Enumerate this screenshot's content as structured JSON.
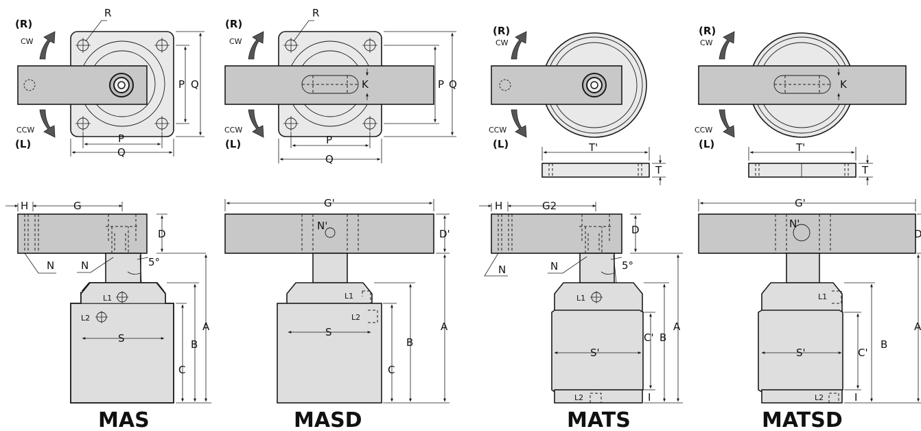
{
  "models": [
    {
      "title": "MAS",
      "top": {
        "rotation_r": "(R)",
        "cw": "CW",
        "rotation_l": "(L)",
        "ccw": "CCW",
        "bolt": "R",
        "p": "P",
        "q": "Q"
      },
      "side": {
        "h": "H",
        "g": "G",
        "d": "D",
        "n_top": "N",
        "n_bottom": "N",
        "angle": "5°",
        "l1": "L1",
        "l2": "L2",
        "s": "S",
        "a": "A",
        "b": "B",
        "c": "C"
      }
    },
    {
      "title": "MASD",
      "top": {
        "rotation_r": "(R)",
        "cw": "CW",
        "rotation_l": "(L)",
        "ccw": "CCW",
        "bolt": "R",
        "p": "P",
        "q": "Q",
        "k": "K"
      },
      "side": {
        "g": "G'",
        "d": "D'",
        "n": "N'",
        "l1": "L1",
        "l2": "L2",
        "s": "S",
        "a": "A",
        "b": "B",
        "c": "C"
      }
    },
    {
      "title": "MATS",
      "top": {
        "rotation_r": "(R)",
        "cw": "CW",
        "rotation_l": "(L)",
        "ccw": "CCW",
        "t_width": "T'",
        "t": "T"
      },
      "side": {
        "h": "H",
        "g": "G2",
        "d": "D",
        "n_top": "N",
        "n_bottom": "N",
        "angle": "5°",
        "l1": "L1",
        "l2": "L2",
        "s": "S'",
        "a": "A",
        "b": "B",
        "c": "C'",
        "i": "I"
      }
    },
    {
      "title": "MATSD",
      "top": {
        "rotation_r": "(R)",
        "cw": "CW",
        "rotation_l": "(L)",
        "ccw": "CCW",
        "k": "K",
        "t_width": "T'",
        "t": "T"
      },
      "side": {
        "g": "G'",
        "d": "D",
        "n": "N'",
        "l1": "L1",
        "l2": "L2",
        "s": "S'",
        "a": "A",
        "b": "B",
        "c": "C'",
        "i": "I"
      }
    }
  ]
}
